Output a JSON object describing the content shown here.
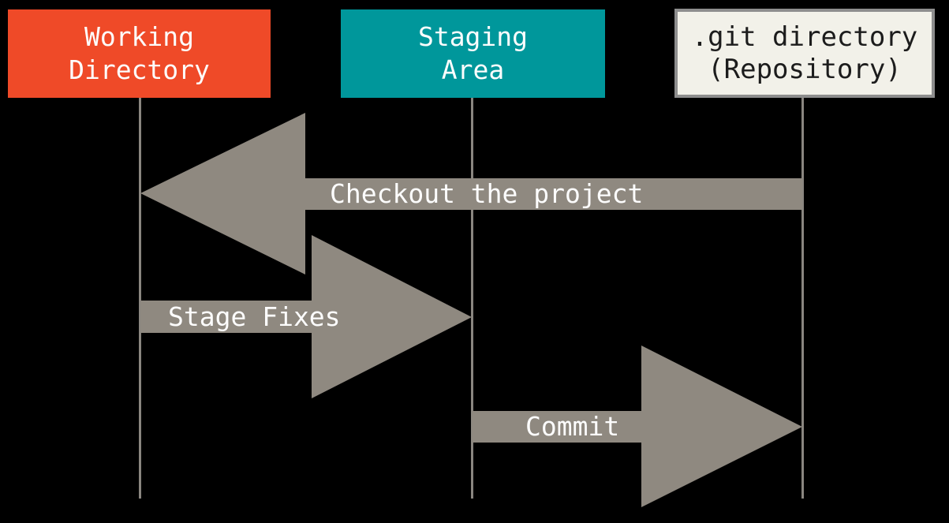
{
  "title": "Git working directory, staging area and repository diagram",
  "colors": {
    "background": "#000000",
    "working_directory_box": "#ef4a28",
    "staging_area_box": "#00979b",
    "git_directory_bg": "#f2f1e9",
    "git_directory_border": "#8e8e8e",
    "git_directory_text": "#1c1c1c",
    "arrow": "#8f8980",
    "lifeline": "#8a8680",
    "label_text": "#fdfdfd"
  },
  "columns": [
    {
      "id": "working-directory",
      "label_line1": "Working",
      "label_line2": "Directory"
    },
    {
      "id": "staging-area",
      "label_line1": "Staging",
      "label_line2": "Area"
    },
    {
      "id": "git-directory",
      "label_line1": ".git directory",
      "label_line2": "(Repository)"
    }
  ],
  "arrows": [
    {
      "id": "checkout",
      "label": "Checkout the project",
      "direction": "left",
      "from": ".git directory (Repository)",
      "to": "Working Directory"
    },
    {
      "id": "stage",
      "label": "Stage Fixes",
      "direction": "right",
      "from": "Working Directory",
      "to": "Staging Area"
    },
    {
      "id": "commit",
      "label": "Commit",
      "direction": "right",
      "from": "Staging Area",
      "to": ".git directory (Repository)"
    }
  ]
}
